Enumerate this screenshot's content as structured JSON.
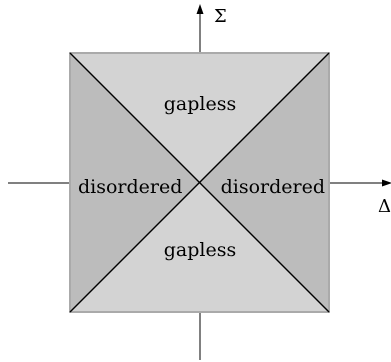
{
  "diagram": {
    "axes": {
      "vertical_label": "Σ",
      "horizontal_label": "Δ"
    },
    "regions": {
      "top": "gapless",
      "bottom": "gapless",
      "left": "disordered",
      "right": "disordered"
    },
    "colors": {
      "gapless_fill": "#d3d3d3",
      "disordered_fill": "#bcbcbc",
      "border": "#aaaaaa",
      "lines": "#000000"
    }
  }
}
